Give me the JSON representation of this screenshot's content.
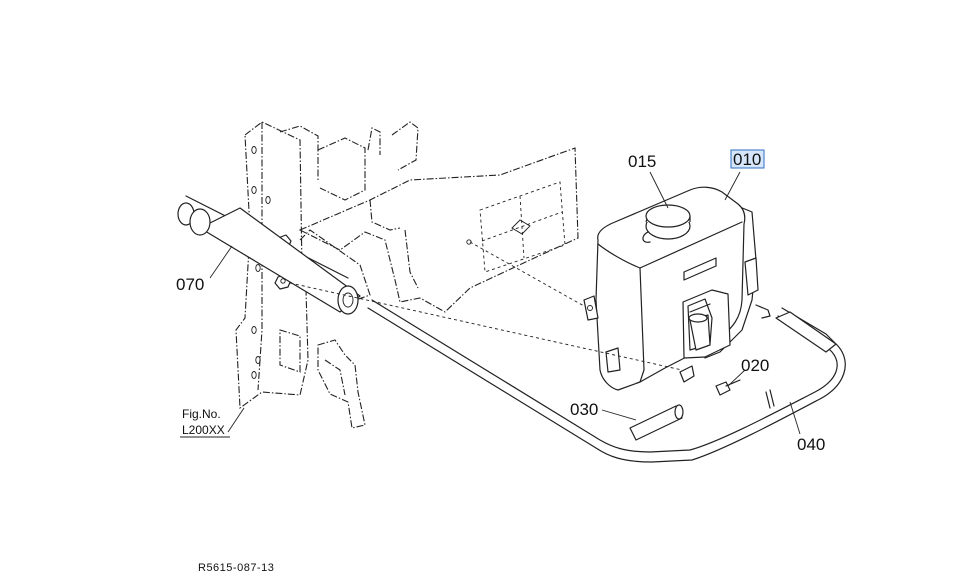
{
  "callouts": {
    "c010": "010",
    "c015": "015",
    "c020": "020",
    "c030": "030",
    "c040": "040",
    "c070": "070"
  },
  "fig_ref": {
    "line1": "Fig.No.",
    "line2": "L200XX"
  },
  "drawing_code": "R5615-087-13",
  "highlight_color": "#2f6fc2"
}
